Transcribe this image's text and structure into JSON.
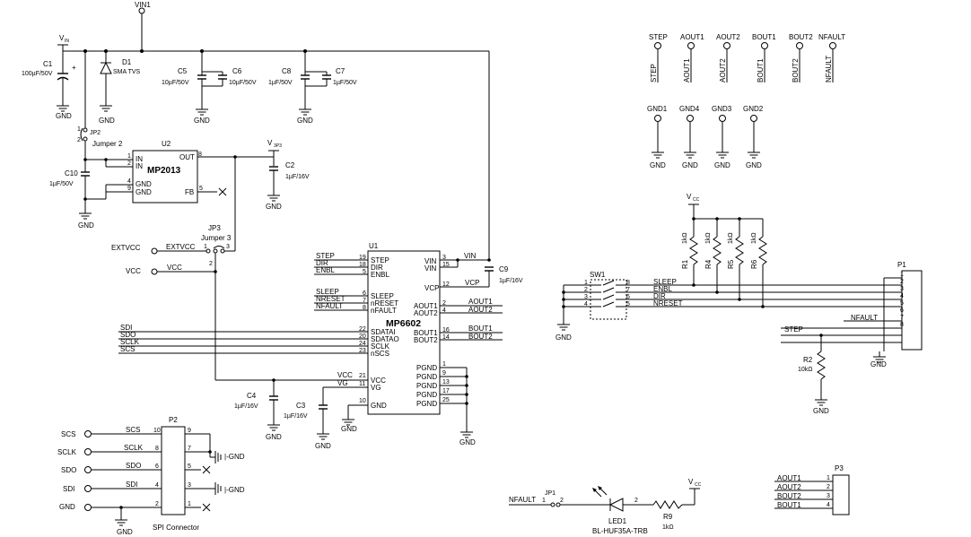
{
  "nets": {
    "vin1": "VIN1",
    "vin_sym": "V",
    "vin_sub": "IN",
    "gnd": "GND",
    "v3p3_sym": "V",
    "v3p3_sub": "3P3",
    "vcc_sym": "V",
    "vcc_sub": "CC",
    "extvcc": "EXTVCC",
    "vcc": "VCC",
    "step": "STEP",
    "dir": "DIR",
    "enbl": "ENBL",
    "sleep": "SLEEP",
    "nreset": "NRESET",
    "nfault": "NFAULT",
    "sdi": "SDI",
    "sdo": "SDO",
    "sclk": "SCLK",
    "scs": "SCS",
    "vg": "VG",
    "vcp": "VCP",
    "vin": "VIN",
    "aout1": "AOUT1",
    "aout2": "AOUT2",
    "bout1": "BOUT1",
    "bout2": "BOUT2",
    "dash_gnd": "|-GND"
  },
  "capacitors": {
    "c1": {
      "ref": "C1",
      "value": "100µF/50V"
    },
    "c2": {
      "ref": "C2",
      "value": "1µF/16V"
    },
    "c3": {
      "ref": "C3",
      "value": "1µF/16V"
    },
    "c4": {
      "ref": "C4",
      "value": "1µF/16V"
    },
    "c5": {
      "ref": "C5",
      "value": "10µF/50V"
    },
    "c6": {
      "ref": "C6",
      "value": "10µF/50V"
    },
    "c7": {
      "ref": "C7",
      "value": "1µF/50V"
    },
    "c8": {
      "ref": "C8",
      "value": "1µF/50V"
    },
    "c9": {
      "ref": "C9",
      "value": "1µF/16V"
    },
    "c10": {
      "ref": "C10",
      "value": "1µF/50V"
    }
  },
  "diode": {
    "ref": "D1",
    "value": "SMA TVS"
  },
  "jumpers": {
    "jp2": {
      "ref": "JP2",
      "name": "Jumper 2"
    },
    "jp3": {
      "ref": "JP3",
      "name": "Jumper 3"
    },
    "jp1": {
      "ref": "JP1"
    }
  },
  "u2": {
    "ref": "U2",
    "name": "MP2013",
    "pins_left": [
      {
        "num": "1",
        "name": "IN"
      },
      {
        "num": "2",
        "name": "IN"
      },
      {
        "num": "4",
        "name": "GND"
      },
      {
        "num": "9",
        "name": "GND"
      }
    ],
    "pins_right": [
      {
        "num": "8",
        "name": "OUT"
      },
      {
        "num": "5",
        "name": "FB"
      }
    ]
  },
  "u1": {
    "ref": "U1",
    "name": "MP6602",
    "pins_left": [
      {
        "num": "19",
        "name": "STEP"
      },
      {
        "num": "18",
        "name": "DIR"
      },
      {
        "num": "5",
        "name": "ENBL"
      },
      {
        "num": "6",
        "name": "SLEEP"
      },
      {
        "num": "7",
        "name": "nRESET"
      },
      {
        "num": "8",
        "name": "nFAULT"
      },
      {
        "num": "22",
        "name": "SDATAI"
      },
      {
        "num": "20",
        "name": "SDATAO"
      },
      {
        "num": "24",
        "name": "SCLK"
      },
      {
        "num": "23",
        "name": "nSCS"
      },
      {
        "num": "21",
        "name": "VCC"
      },
      {
        "num": "11",
        "name": "VG"
      },
      {
        "num": "10",
        "name": "GND"
      }
    ],
    "pins_right": [
      {
        "num": "3",
        "name": "VIN"
      },
      {
        "num": "15",
        "name": "VIN"
      },
      {
        "num": "12",
        "name": "VCP"
      },
      {
        "num": "2",
        "name": "AOUT1"
      },
      {
        "num": "4",
        "name": "AOUT2"
      },
      {
        "num": "16",
        "name": "BOUT1"
      },
      {
        "num": "14",
        "name": "BOUT2"
      },
      {
        "num": "1",
        "name": "PGND"
      },
      {
        "num": "9",
        "name": "PGND"
      },
      {
        "num": "13",
        "name": "PGND"
      },
      {
        "num": "17",
        "name": "PGND"
      },
      {
        "num": "25",
        "name": "PGND"
      }
    ]
  },
  "test_points": {
    "top": [
      "STEP",
      "AOUT1",
      "AOUT2",
      "BOUT1",
      "BOUT2",
      "NFAULT"
    ],
    "gnd_labels": [
      "GND1",
      "GND4",
      "GND3",
      "GND2"
    ]
  },
  "sw1": {
    "ref": "SW1",
    "left_pins": [
      "1",
      "2",
      "3",
      "4"
    ],
    "right_pins": [
      "8",
      "7",
      "6",
      "5"
    ]
  },
  "resistors": {
    "r1": {
      "ref": "R1",
      "value": "1kΩ"
    },
    "r4": {
      "ref": "R4",
      "value": "1kΩ"
    },
    "r5": {
      "ref": "R5",
      "value": "1kΩ"
    },
    "r6": {
      "ref": "R6",
      "value": "1kΩ"
    },
    "r2": {
      "ref": "R2",
      "value": "10kΩ"
    },
    "r9": {
      "ref": "R9",
      "value": "1kΩ"
    }
  },
  "p1": {
    "ref": "P1",
    "pins": [
      "1",
      "2",
      "3",
      "4",
      "5",
      "6",
      "7",
      "8"
    ]
  },
  "p2": {
    "ref": "P2",
    "name": "SPI Connector",
    "left_pins": [
      "10",
      "8",
      "6",
      "4",
      "2"
    ],
    "right_pins": [
      "9",
      "7",
      "5",
      "3",
      "1"
    ],
    "signals": [
      "SCS",
      "SCLK",
      "SDO",
      "SDI",
      "GND"
    ]
  },
  "p3": {
    "ref": "P3",
    "pins": [
      "1",
      "2",
      "3",
      "4"
    ],
    "signals": [
      "AOUT1",
      "AOUT2",
      "BOUT2",
      "BOUT1"
    ]
  },
  "led": {
    "ref": "LED1",
    "part": "BL-HUF35A-TRB",
    "pin2": "2"
  },
  "pin_nums": {
    "one": "1",
    "two": "2",
    "three": "3"
  },
  "polarity": {
    "plus": "+"
  }
}
